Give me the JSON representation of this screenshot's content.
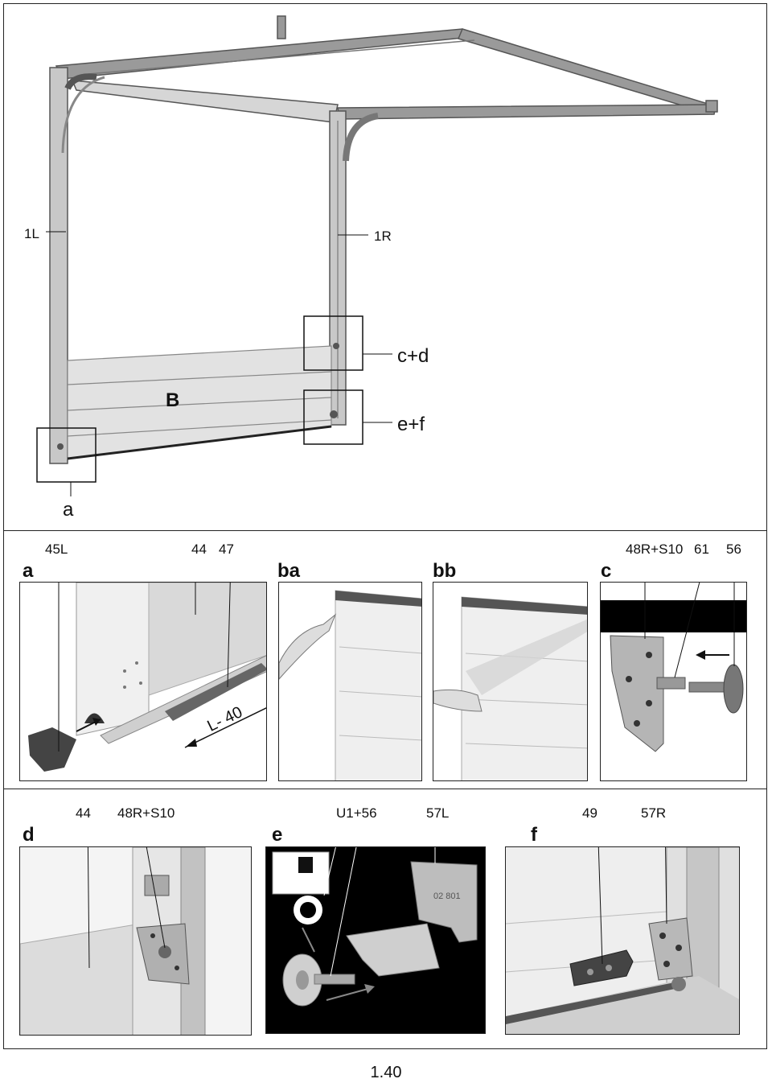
{
  "main_figure": {
    "left_rail_label": "1L",
    "right_rail_label": "1R",
    "panel_label": "B",
    "callout_cd": "c+d",
    "callout_ef": "e+f",
    "callout_a": "a"
  },
  "row2": {
    "a": {
      "letter": "a",
      "labels": [
        "45L",
        "44",
        "47"
      ],
      "dimension": "L- 40"
    },
    "ba": {
      "letter": "ba"
    },
    "bb": {
      "letter": "bb"
    },
    "c": {
      "letter": "c",
      "labels": [
        "48R+S10",
        "61",
        "56"
      ]
    }
  },
  "row3": {
    "d": {
      "letter": "d",
      "labels": [
        "44",
        "48R+S10"
      ]
    },
    "e": {
      "letter": "e",
      "labels": [
        "U1+56",
        "57L"
      ],
      "plate_text": "02 801"
    },
    "f": {
      "letter": "f",
      "labels": [
        "49",
        "57R"
      ]
    }
  },
  "page_number": "1.40"
}
